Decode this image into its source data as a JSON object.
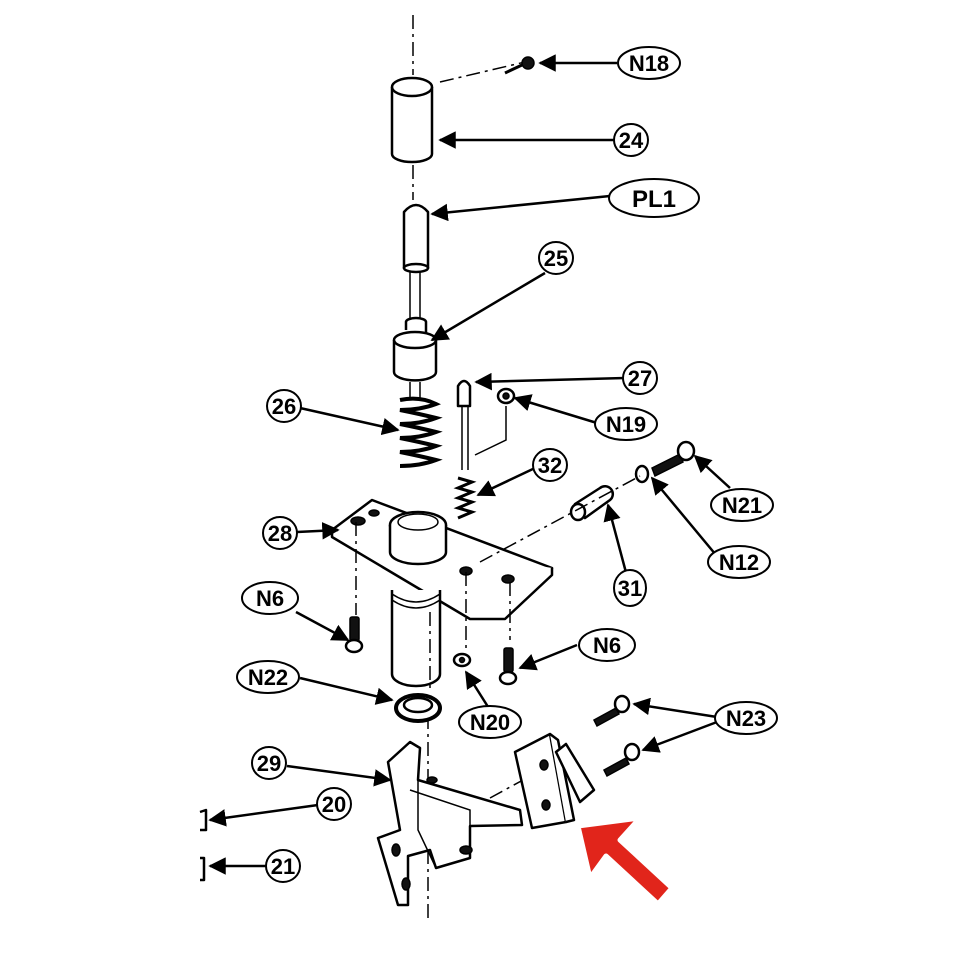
{
  "labels": {
    "n18": "N18",
    "p24": "24",
    "pl1": "PL1",
    "p25": "25",
    "p27": "27",
    "n19": "N19",
    "p26": "26",
    "p32": "32",
    "n21": "N21",
    "n12": "N12",
    "p28": "28",
    "p31": "31",
    "n6_left": "N6",
    "n6_right": "N6",
    "n22": "N22",
    "n20": "N20",
    "n23": "N23",
    "p29": "29",
    "p20": "20",
    "p21": "21"
  },
  "colors": {
    "ink": "#000000",
    "background": "#ffffff",
    "highlight_arrow": "#e1251b"
  },
  "highlight": {
    "icon": "red-pointer-arrow",
    "target": "bracket at right end of part 29"
  }
}
